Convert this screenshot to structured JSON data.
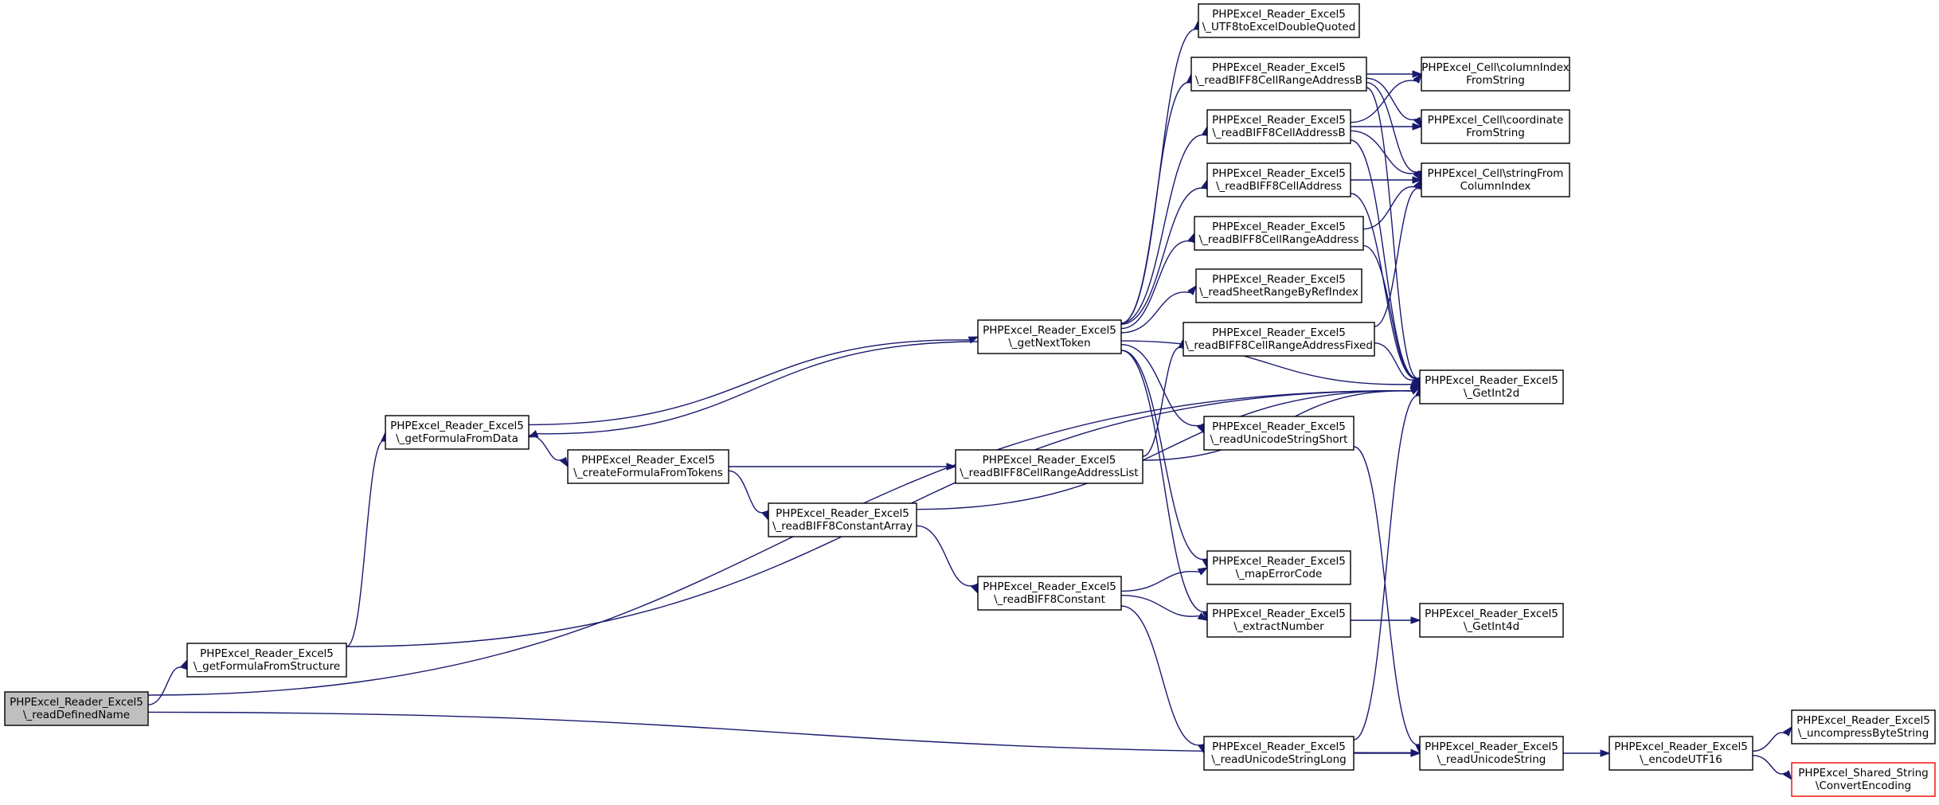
{
  "colors": {
    "edge": "#191970",
    "node_border": "#000000",
    "root_fill": "#bfbfbf",
    "external_border": "#ff0000"
  },
  "nodes": [
    {
      "id": "readDefinedName",
      "lines": [
        "PHPExcel_Reader_Excel5",
        "\\_readDefinedName"
      ],
      "style": "root"
    },
    {
      "id": "getFormulaFromStructure",
      "lines": [
        "PHPExcel_Reader_Excel5",
        "\\_getFormulaFromStructure"
      ]
    },
    {
      "id": "getFormulaFromData",
      "lines": [
        "PHPExcel_Reader_Excel5",
        "\\_getFormulaFromData"
      ]
    },
    {
      "id": "createFormulaFromTokens",
      "lines": [
        "PHPExcel_Reader_Excel5",
        "\\_createFormulaFromTokens"
      ]
    },
    {
      "id": "readBIFF8ConstantArray",
      "lines": [
        "PHPExcel_Reader_Excel5",
        "\\_readBIFF8ConstantArray"
      ]
    },
    {
      "id": "getNextToken",
      "lines": [
        "PHPExcel_Reader_Excel5",
        "\\_getNextToken"
      ]
    },
    {
      "id": "readBIFF8CellRangeAddressList",
      "lines": [
        "PHPExcel_Reader_Excel5",
        "\\_readBIFF8CellRangeAddressList"
      ]
    },
    {
      "id": "readBIFF8Constant",
      "lines": [
        "PHPExcel_Reader_Excel5",
        "\\_readBIFF8Constant"
      ]
    },
    {
      "id": "UTF8toExcelDoubleQuoted",
      "lines": [
        "PHPExcel_Reader_Excel5",
        "\\_UTF8toExcelDoubleQuoted"
      ]
    },
    {
      "id": "readBIFF8CellRangeAddressB",
      "lines": [
        "PHPExcel_Reader_Excel5",
        "\\_readBIFF8CellRangeAddressB"
      ]
    },
    {
      "id": "readBIFF8CellAddressB",
      "lines": [
        "PHPExcel_Reader_Excel5",
        "\\_readBIFF8CellAddressB"
      ]
    },
    {
      "id": "readBIFF8CellAddress",
      "lines": [
        "PHPExcel_Reader_Excel5",
        "\\_readBIFF8CellAddress"
      ]
    },
    {
      "id": "readBIFF8CellRangeAddress",
      "lines": [
        "PHPExcel_Reader_Excel5",
        "\\_readBIFF8CellRangeAddress"
      ]
    },
    {
      "id": "readSheetRangeByRefIndex",
      "lines": [
        "PHPExcel_Reader_Excel5",
        "\\_readSheetRangeByRefIndex"
      ]
    },
    {
      "id": "readBIFF8CellRangeAddressFixed",
      "lines": [
        "PHPExcel_Reader_Excel5",
        "\\_readBIFF8CellRangeAddressFixed"
      ]
    },
    {
      "id": "readUnicodeStringShort",
      "lines": [
        "PHPExcel_Reader_Excel5",
        "\\_readUnicodeStringShort"
      ]
    },
    {
      "id": "mapErrorCode",
      "lines": [
        "PHPExcel_Reader_Excel5",
        "\\_mapErrorCode"
      ]
    },
    {
      "id": "extractNumber",
      "lines": [
        "PHPExcel_Reader_Excel5",
        "\\_extractNumber"
      ]
    },
    {
      "id": "readUnicodeStringLong",
      "lines": [
        "PHPExcel_Reader_Excel5",
        "\\_readUnicodeStringLong"
      ]
    },
    {
      "id": "columnIndexFromString",
      "lines": [
        "PHPExcel_Cell\\columnIndex",
        "FromString"
      ]
    },
    {
      "id": "coordinateFromString",
      "lines": [
        "PHPExcel_Cell\\coordinate",
        "FromString"
      ]
    },
    {
      "id": "stringFromColumnIndex",
      "lines": [
        "PHPExcel_Cell\\stringFrom",
        "ColumnIndex"
      ]
    },
    {
      "id": "GetInt2d",
      "lines": [
        "PHPExcel_Reader_Excel5",
        "\\_GetInt2d"
      ]
    },
    {
      "id": "GetInt4d",
      "lines": [
        "PHPExcel_Reader_Excel5",
        "\\_GetInt4d"
      ]
    },
    {
      "id": "readUnicodeString",
      "lines": [
        "PHPExcel_Reader_Excel5",
        "\\_readUnicodeString"
      ]
    },
    {
      "id": "encodeUTF16",
      "lines": [
        "PHPExcel_Reader_Excel5",
        "\\_encodeUTF16"
      ]
    },
    {
      "id": "uncompressByteString",
      "lines": [
        "PHPExcel_Reader_Excel5",
        "\\_uncompressByteString"
      ]
    },
    {
      "id": "ConvertEncoding",
      "lines": [
        "PHPExcel_Shared_String",
        "\\ConvertEncoding"
      ],
      "style": "external"
    }
  ],
  "edges": [
    {
      "from": "readDefinedName",
      "to": "getFormulaFromStructure"
    },
    {
      "from": "readDefinedName",
      "to": "GetInt2d"
    },
    {
      "from": "readDefinedName",
      "to": "readUnicodeString"
    },
    {
      "from": "getFormulaFromStructure",
      "to": "getFormulaFromData"
    },
    {
      "from": "getFormulaFromStructure",
      "to": "GetInt2d"
    },
    {
      "from": "getFormulaFromData",
      "to": "createFormulaFromTokens"
    },
    {
      "from": "getFormulaFromData",
      "to": "getNextToken"
    },
    {
      "from": "getNextToken",
      "to": "getFormulaFromData"
    },
    {
      "from": "createFormulaFromTokens",
      "to": "readBIFF8CellRangeAddressList"
    },
    {
      "from": "createFormulaFromTokens",
      "to": "readBIFF8ConstantArray"
    },
    {
      "from": "readBIFF8ConstantArray",
      "to": "readBIFF8Constant"
    },
    {
      "from": "readBIFF8ConstantArray",
      "to": "GetInt2d"
    },
    {
      "from": "readBIFF8CellRangeAddressList",
      "to": "readBIFF8CellRangeAddressFixed"
    },
    {
      "from": "readBIFF8CellRangeAddressList",
      "to": "GetInt2d"
    },
    {
      "from": "readBIFF8Constant",
      "to": "mapErrorCode"
    },
    {
      "from": "readBIFF8Constant",
      "to": "extractNumber"
    },
    {
      "from": "readBIFF8Constant",
      "to": "readUnicodeStringLong"
    },
    {
      "from": "getNextToken",
      "to": "UTF8toExcelDoubleQuoted"
    },
    {
      "from": "getNextToken",
      "to": "readBIFF8CellRangeAddressB"
    },
    {
      "from": "getNextToken",
      "to": "readBIFF8CellAddressB"
    },
    {
      "from": "getNextToken",
      "to": "readBIFF8CellAddress"
    },
    {
      "from": "getNextToken",
      "to": "readBIFF8CellRangeAddress"
    },
    {
      "from": "getNextToken",
      "to": "readSheetRangeByRefIndex"
    },
    {
      "from": "getNextToken",
      "to": "GetInt2d"
    },
    {
      "from": "getNextToken",
      "to": "readUnicodeStringShort"
    },
    {
      "from": "getNextToken",
      "to": "mapErrorCode"
    },
    {
      "from": "getNextToken",
      "to": "extractNumber"
    },
    {
      "from": "readBIFF8CellRangeAddressB",
      "to": "columnIndexFromString"
    },
    {
      "from": "readBIFF8CellRangeAddressB",
      "to": "coordinateFromString"
    },
    {
      "from": "readBIFF8CellRangeAddressB",
      "to": "stringFromColumnIndex"
    },
    {
      "from": "readBIFF8CellRangeAddressB",
      "to": "GetInt2d"
    },
    {
      "from": "readBIFF8CellAddressB",
      "to": "columnIndexFromString"
    },
    {
      "from": "readBIFF8CellAddressB",
      "to": "coordinateFromString"
    },
    {
      "from": "readBIFF8CellAddressB",
      "to": "stringFromColumnIndex"
    },
    {
      "from": "readBIFF8CellAddressB",
      "to": "GetInt2d"
    },
    {
      "from": "readBIFF8CellAddress",
      "to": "stringFromColumnIndex"
    },
    {
      "from": "readBIFF8CellAddress",
      "to": "GetInt2d"
    },
    {
      "from": "readBIFF8CellRangeAddress",
      "to": "stringFromColumnIndex"
    },
    {
      "from": "readBIFF8CellRangeAddress",
      "to": "GetInt2d"
    },
    {
      "from": "readBIFF8CellRangeAddressFixed",
      "to": "stringFromColumnIndex"
    },
    {
      "from": "readBIFF8CellRangeAddressFixed",
      "to": "GetInt2d"
    },
    {
      "from": "readUnicodeStringShort",
      "to": "readUnicodeString"
    },
    {
      "from": "extractNumber",
      "to": "GetInt4d"
    },
    {
      "from": "readUnicodeStringLong",
      "to": "GetInt2d"
    },
    {
      "from": "readUnicodeStringLong",
      "to": "readUnicodeString"
    },
    {
      "from": "readUnicodeString",
      "to": "encodeUTF16"
    },
    {
      "from": "encodeUTF16",
      "to": "uncompressByteString"
    },
    {
      "from": "encodeUTF16",
      "to": "ConvertEncoding"
    }
  ]
}
